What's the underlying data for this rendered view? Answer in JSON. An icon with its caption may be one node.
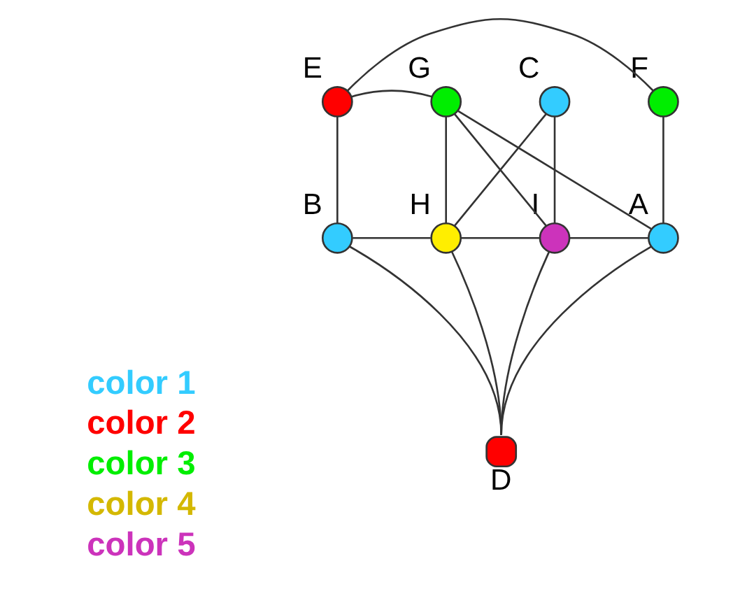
{
  "diagram": {
    "nodes": [
      {
        "text": [],
        "shape": "circle",
        "beside": [
          "E"
        ]
      },
      {
        "text": [],
        "shape": "circle",
        "beside": [
          "G"
        ]
      },
      {
        "text": [],
        "shape": "circle",
        "beside": [
          "C"
        ]
      },
      {
        "text": [],
        "shape": "circle",
        "beside": [
          "F"
        ]
      },
      {
        "text": [],
        "shape": "circle",
        "beside": [
          "B"
        ]
      },
      {
        "text": [],
        "shape": "circle",
        "beside": [
          "H"
        ]
      },
      {
        "text": [],
        "shape": "circle",
        "beside": [
          "I"
        ]
      },
      {
        "text": [],
        "shape": "circle",
        "beside": [
          "A"
        ]
      },
      {
        "text": [],
        "shape": "circle",
        "beside": [
          "D"
        ]
      }
    ],
    "edges": [
      {
        "from": 0,
        "to": 3,
        "arrow": "none"
      },
      {
        "from": 0,
        "to": 1,
        "arrow": "none"
      },
      {
        "from": 0,
        "to": 4,
        "arrow": "none"
      },
      {
        "from": 1,
        "to": 5,
        "arrow": "none"
      },
      {
        "from": 1,
        "to": 6,
        "arrow": "none"
      },
      {
        "from": 1,
        "to": 7,
        "arrow": "none"
      },
      {
        "from": 2,
        "to": 5,
        "arrow": "none"
      },
      {
        "from": 2,
        "to": 6,
        "arrow": "none"
      },
      {
        "from": 3,
        "to": 7,
        "arrow": "none"
      },
      {
        "from": 4,
        "to": 5,
        "arrow": "none"
      },
      {
        "from": 5,
        "to": 6,
        "arrow": "none"
      },
      {
        "from": 6,
        "to": 7,
        "arrow": "none"
      },
      {
        "from": 4,
        "to": 8,
        "arrow": "none"
      },
      {
        "from": 5,
        "to": 8,
        "arrow": "none"
      },
      {
        "from": 6,
        "to": 8,
        "arrow": "none"
      },
      {
        "from": 7,
        "to": 8,
        "arrow": "none"
      }
    ],
    "legend": [
      {
        "text": "color 1",
        "color": "#33ccff"
      },
      {
        "text": "color 2",
        "color": "#ff0000"
      },
      {
        "text": "color 3",
        "color": "#00ee00"
      },
      {
        "text": "color 4",
        "color": "#d4b800"
      },
      {
        "text": "color 5",
        "color": "#cc33bb"
      }
    ]
  }
}
